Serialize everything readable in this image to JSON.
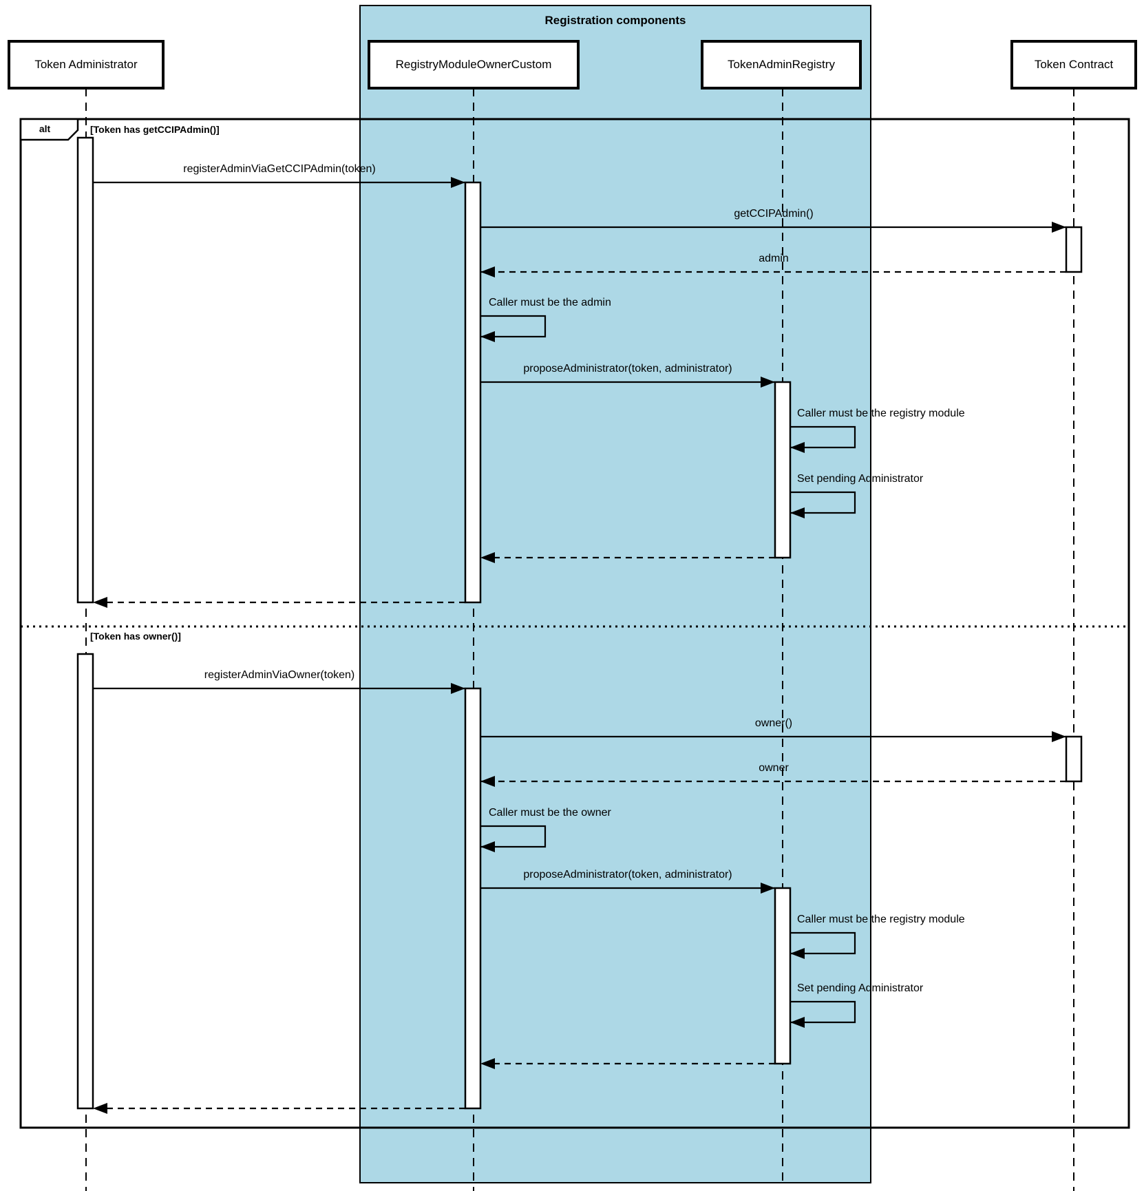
{
  "frame": {
    "title": "Registration components"
  },
  "actors": [
    {
      "label": "Token Administrator"
    },
    {
      "label": "RegistryModuleOwnerCustom"
    },
    {
      "label": "TokenAdminRegistry"
    },
    {
      "label": "Token Contract"
    }
  ],
  "fragment": {
    "operator": "alt",
    "branches": [
      {
        "guard": "[Token has getCCIPAdmin()]",
        "messages": [
          "registerAdminViaGetCCIPAdmin(token)",
          "getCCIPAdmin()",
          "admin",
          "Caller must be the admin",
          "proposeAdministrator(token, administrator)",
          "Caller must be the registry module",
          "Set pending Administrator"
        ]
      },
      {
        "guard": "[Token has owner()]",
        "messages": [
          "registerAdminViaOwner(token)",
          "owner()",
          "owner",
          "Caller must be the owner",
          "proposeAdministrator(token, administrator)",
          "Caller must be the registry module",
          "Set pending Administrator"
        ]
      }
    ]
  },
  "colors": {
    "frame_fill": "#ADD8E6",
    "line": "#000000",
    "actor_fill": "#FFFFFF",
    "background": "#FFFFFF"
  }
}
